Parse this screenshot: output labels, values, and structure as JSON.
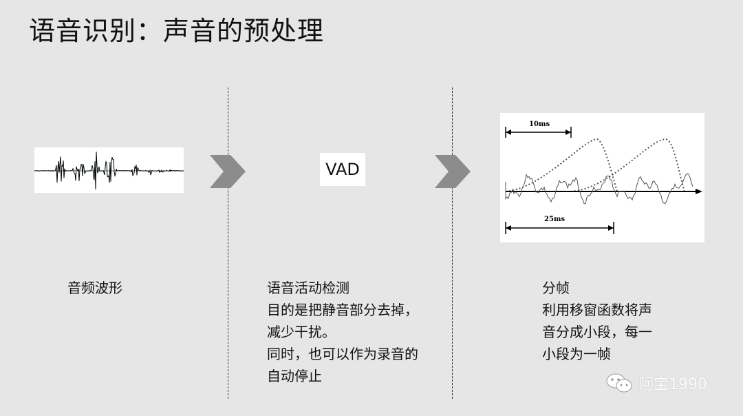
{
  "title": "语音识别：声音的预处理",
  "vad": {
    "label": "VAD"
  },
  "frames": {
    "label_10ms": "10ms",
    "label_25ms": "25ms"
  },
  "captions": {
    "waveform": [
      "音频波形"
    ],
    "vad": [
      "语音活动检测",
      "目的是把静音部分去掉，",
      "减少干扰。",
      "同时，也可以作为录音的",
      "自动停止"
    ],
    "framing": [
      "分帧",
      "利用移窗函数将声",
      "音分成小段，每一",
      "小段为一帧"
    ]
  },
  "watermark": {
    "text": "阿宝1990",
    "icon": "wechat-icon"
  },
  "colors": {
    "background": "#e6e6e6",
    "chevron": "#8c8c8c",
    "panel": "#ffffff"
  }
}
